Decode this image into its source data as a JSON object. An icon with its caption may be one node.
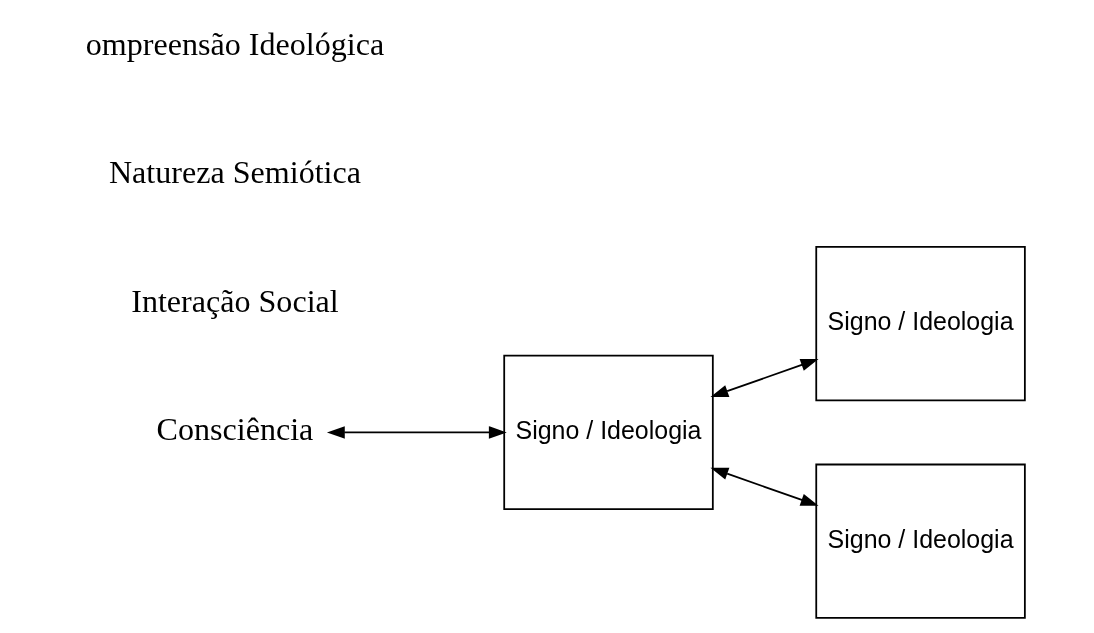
{
  "diagram": {
    "nodes": [
      {
        "text": [
          "Consciência"
        ]
      },
      {
        "text": [
          "Signo / Ideologia"
        ]
      },
      {
        "text": [
          "Signo / Ideologia"
        ]
      },
      {
        "text": [
          "Signo / Ideologia"
        ]
      }
    ],
    "edges": [
      {
        "from": 0,
        "to": 1,
        "arrow": "both"
      },
      {
        "from": 1,
        "to": 2,
        "arrow": "both"
      },
      {
        "from": 1,
        "to": 3,
        "arrow": "both"
      }
    ],
    "labels": [
      "Interação Social",
      "Natureza Semiótica",
      "ompreensão Ideológica"
    ]
  }
}
